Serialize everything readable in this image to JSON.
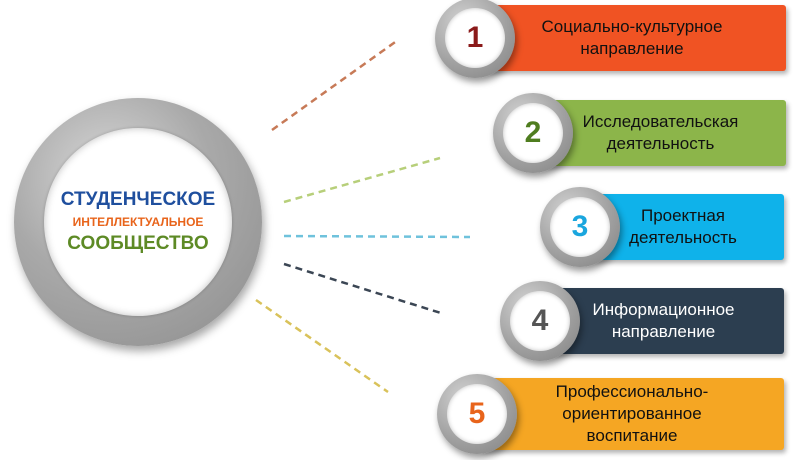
{
  "hub": {
    "line1": "СТУДЕНЧЕСКОЕ",
    "line2": "ИНТЕЛЛЕКТУАЛЬНОЕ",
    "line3": "СООБЩЕСТВО",
    "line1_color": "#1f4f9e",
    "line2_color": "#e8641b",
    "line3_color": "#5d8a25"
  },
  "directions": [
    {
      "number": "1",
      "label": "Социально-культурное\nнаправление",
      "bar_color": "#f05323",
      "text_color": "#111111",
      "number_color": "#8b1a1a",
      "line_color": "#c77a57"
    },
    {
      "number": "2",
      "label": "Исследовательская\nдеятельность",
      "bar_color": "#8cb54a",
      "text_color": "#111111",
      "number_color": "#4f7d1f",
      "line_color": "#b7cf7a"
    },
    {
      "number": "3",
      "label": "Проектная\nдеятельность",
      "bar_color": "#0fb2ea",
      "text_color": "#111111",
      "number_color": "#1aa6de",
      "line_color": "#6fc2dc"
    },
    {
      "number": "4",
      "label": "Информационное\nнаправление",
      "bar_color": "#2c3e50",
      "text_color": "#ffffff",
      "number_color": "#555555",
      "line_color": "#3b4654"
    },
    {
      "number": "5",
      "label": "Профессионально-\nориентированное\nвоспитание",
      "bar_color": "#f5a623",
      "text_color": "#111111",
      "number_color": "#e8641b",
      "line_color": "#d9c25a"
    }
  ]
}
